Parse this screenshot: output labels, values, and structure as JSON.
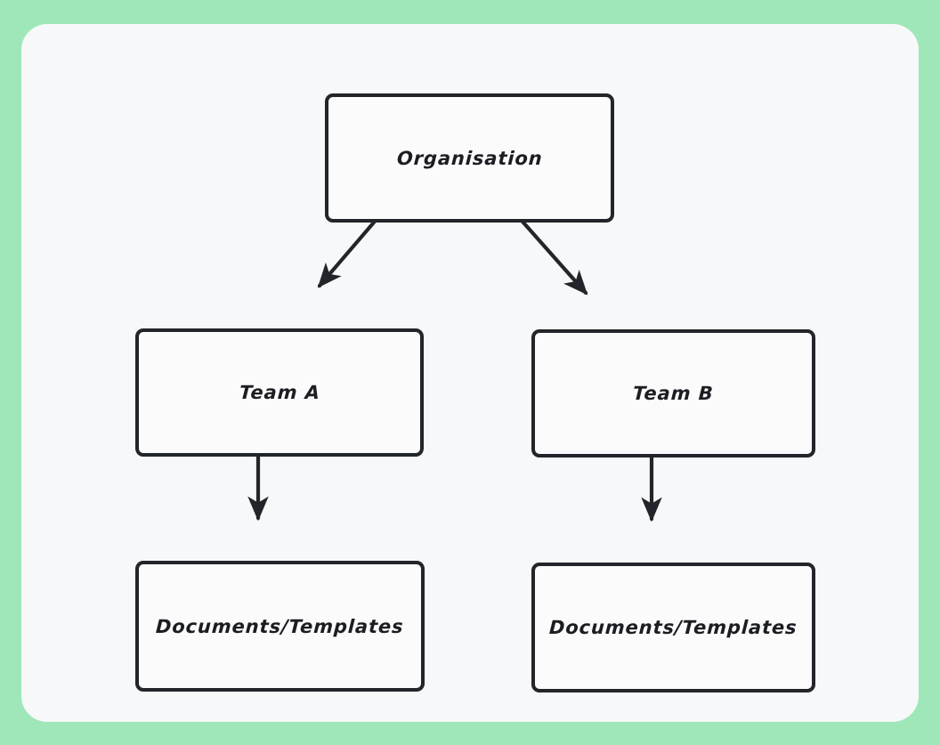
{
  "canvas": {
    "background_color": "#9fe7b8",
    "card_color": "#f7f8fa",
    "node_fill": "#fbfbfc",
    "stroke_color": "#22252a"
  },
  "diagram": {
    "type": "org-hierarchy-flowchart",
    "nodes": [
      {
        "id": "organisation",
        "label": "Organisation"
      },
      {
        "id": "team_a",
        "label": "Team A"
      },
      {
        "id": "team_b",
        "label": "Team B"
      },
      {
        "id": "docs_a",
        "label": "Documents/Templates"
      },
      {
        "id": "docs_b",
        "label": "Documents/Templates"
      }
    ],
    "edges": [
      {
        "from": "organisation",
        "to": "team_a",
        "style": "diagonal-arrow"
      },
      {
        "from": "organisation",
        "to": "team_b",
        "style": "diagonal-arrow"
      },
      {
        "from": "team_a",
        "to": "docs_a",
        "style": "vertical-arrow"
      },
      {
        "from": "team_b",
        "to": "docs_b",
        "style": "vertical-arrow"
      }
    ]
  }
}
